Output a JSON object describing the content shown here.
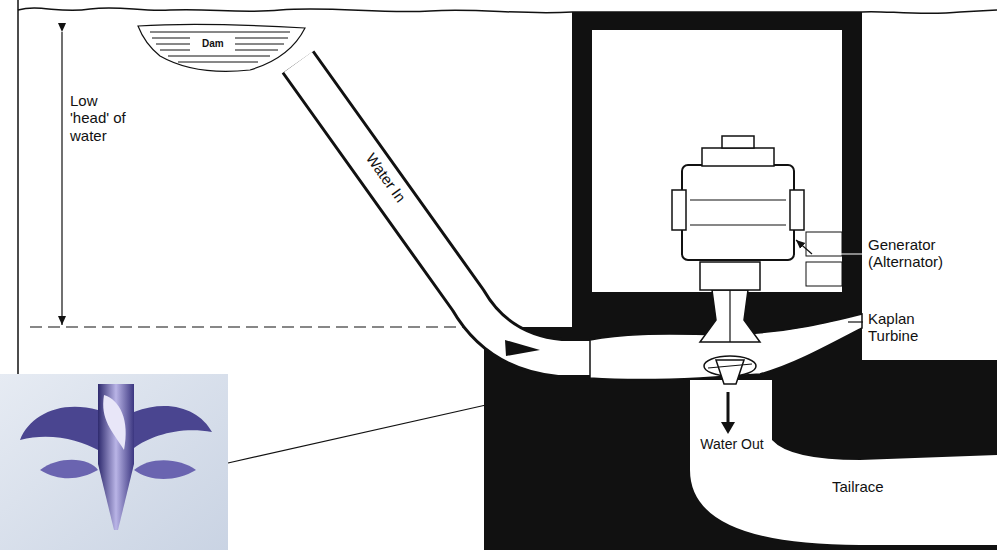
{
  "diagram": {
    "labels": [
      "Dam",
      "Low 'head' of water",
      "Water In",
      "Generator (Alternator)",
      "Kaplan Turbine",
      "Water Out",
      "Tailrace"
    ]
  }
}
